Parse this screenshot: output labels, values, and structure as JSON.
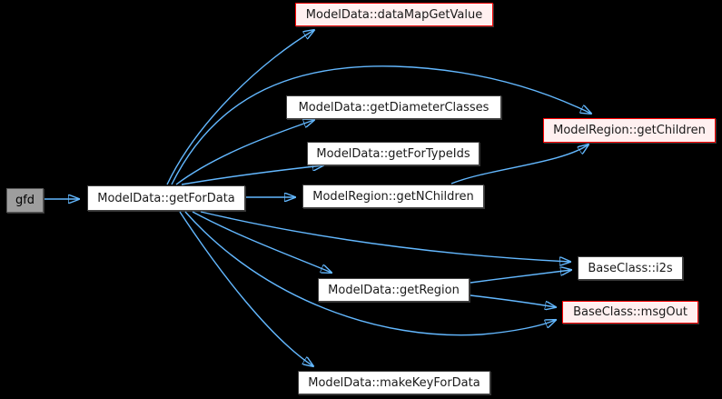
{
  "diagram": {
    "type": "call-graph",
    "background_color": "#000000",
    "colors": {
      "edge": "#63b8ff",
      "node_background": "#ffffff",
      "node_border": "#3f3f3f",
      "node_text": "#1a1a1a",
      "highlighted_node_border": "#ff0000",
      "highlighted_node_background": "#fff0f0",
      "current_node_background": "#9e9e9e",
      "current_node_border": "#565656"
    },
    "nodes": [
      {
        "id": "gfd",
        "label": "gfd",
        "style": "current"
      },
      {
        "id": "getForData",
        "label": "ModelData::getForData",
        "style": "normal"
      },
      {
        "id": "dataMapGetValue",
        "label": "ModelData::dataMapGetValue",
        "style": "red"
      },
      {
        "id": "getDiameterClasses",
        "label": "ModelData::getDiameterClasses",
        "style": "normal"
      },
      {
        "id": "getChildren",
        "label": "ModelRegion::getChildren",
        "style": "red"
      },
      {
        "id": "getForTypeIds",
        "label": "ModelData::getForTypeIds",
        "style": "normal"
      },
      {
        "id": "getNChildren",
        "label": "ModelRegion::getNChildren",
        "style": "normal"
      },
      {
        "id": "i2s",
        "label": "BaseClass::i2s",
        "style": "normal"
      },
      {
        "id": "getRegion",
        "label": "ModelData::getRegion",
        "style": "normal"
      },
      {
        "id": "msgOut",
        "label": "BaseClass::msgOut",
        "style": "red"
      },
      {
        "id": "makeKeyForData",
        "label": "ModelData::makeKeyForData",
        "style": "normal"
      }
    ],
    "edges": [
      {
        "from": "gfd",
        "to": "ModelData::getForData"
      },
      {
        "from": "ModelData::getForData",
        "to": "ModelData::dataMapGetValue"
      },
      {
        "from": "ModelData::getForData",
        "to": "ModelRegion::getChildren"
      },
      {
        "from": "ModelData::getForData",
        "to": "ModelData::getDiameterClasses"
      },
      {
        "from": "ModelData::getForData",
        "to": "ModelData::getForTypeIds"
      },
      {
        "from": "ModelData::getForData",
        "to": "ModelRegion::getNChildren"
      },
      {
        "from": "ModelData::getForData",
        "to": "BaseClass::i2s"
      },
      {
        "from": "ModelData::getForData",
        "to": "ModelData::getRegion"
      },
      {
        "from": "ModelData::getForData",
        "to": "BaseClass::msgOut"
      },
      {
        "from": "ModelData::getForData",
        "to": "ModelData::makeKeyForData"
      },
      {
        "from": "ModelRegion::getNChildren",
        "to": "ModelRegion::getChildren"
      },
      {
        "from": "ModelData::getRegion",
        "to": "BaseClass::i2s"
      },
      {
        "from": "ModelData::getRegion",
        "to": "BaseClass::msgOut"
      }
    ]
  }
}
